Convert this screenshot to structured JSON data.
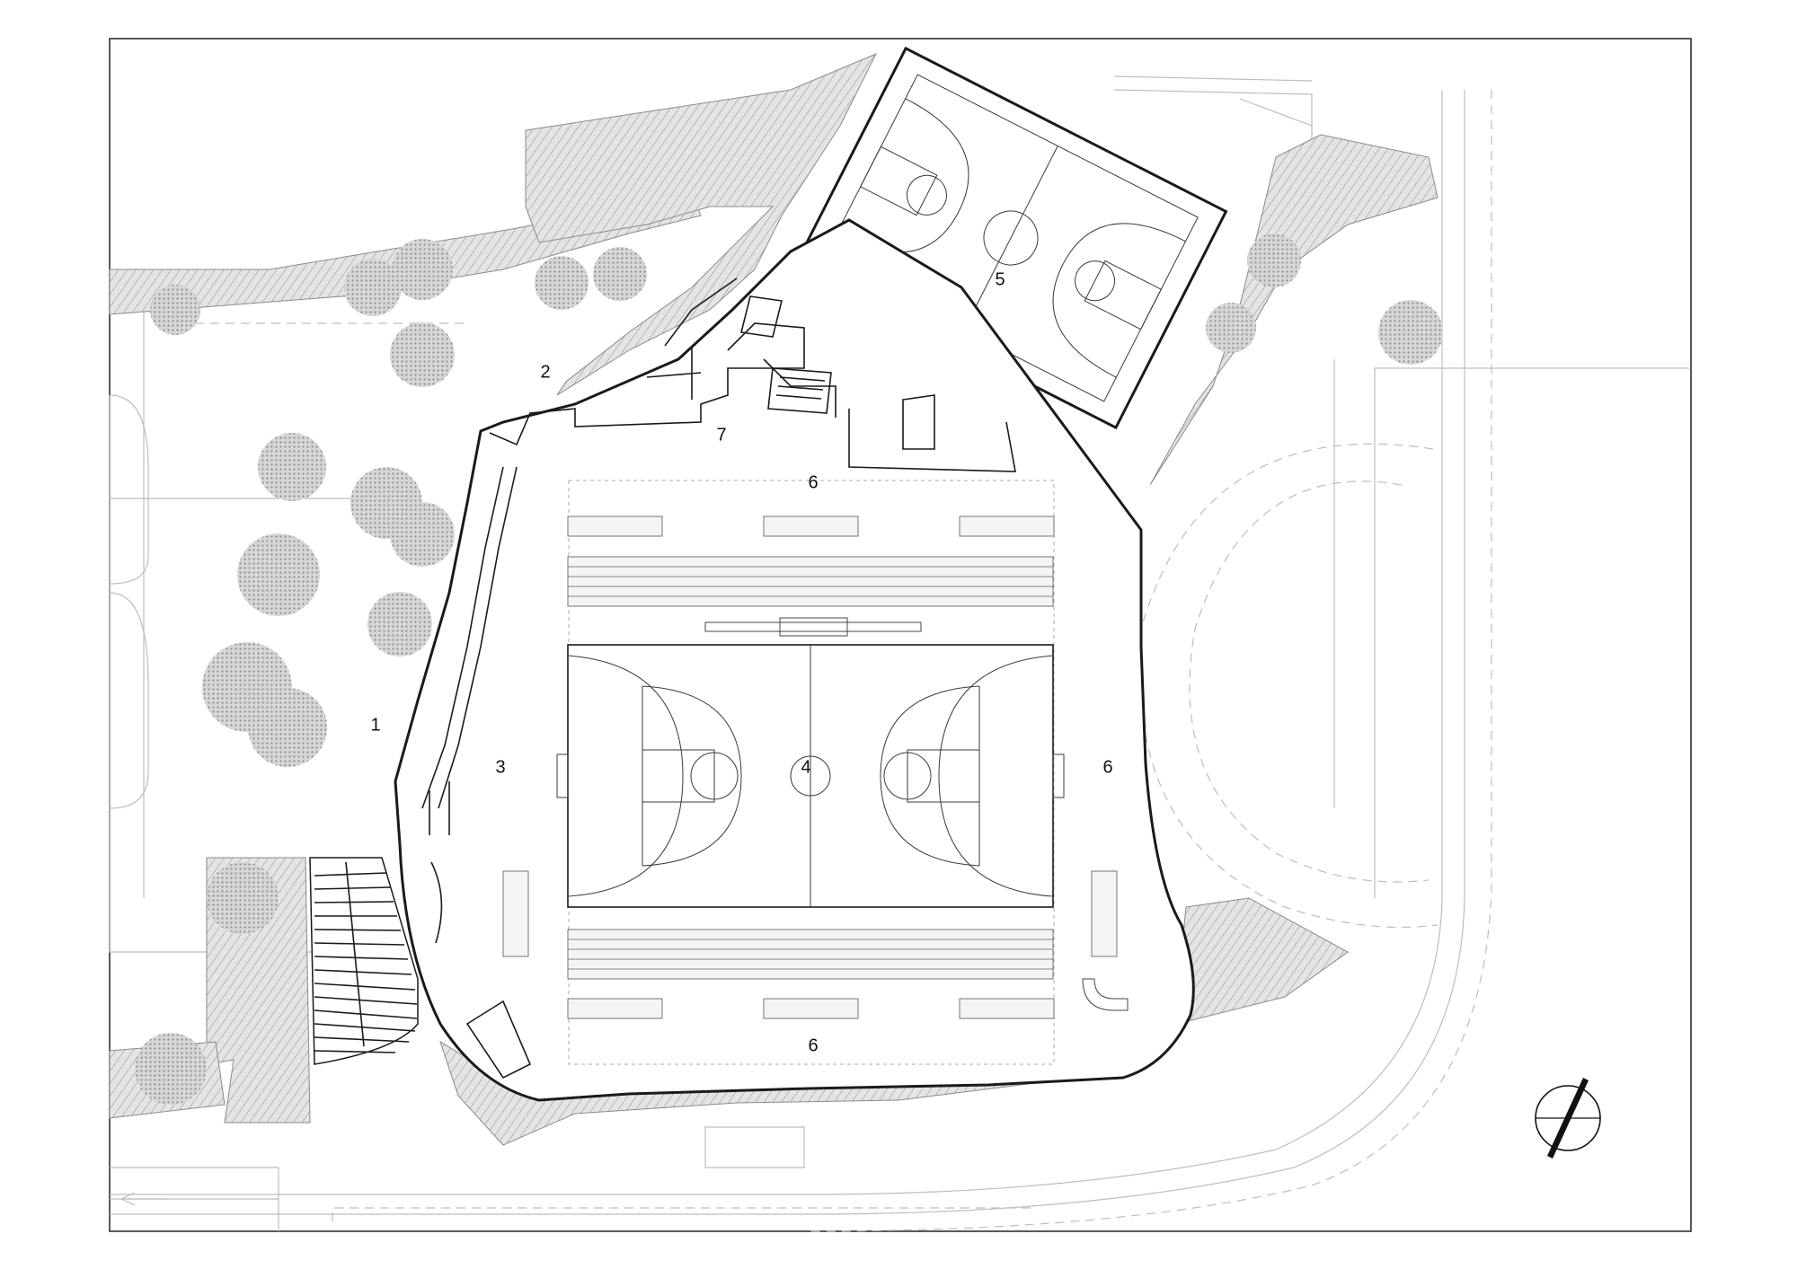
{
  "plan": {
    "labels": [
      {
        "id": "label-1",
        "text": "1"
      },
      {
        "id": "label-2",
        "text": "2"
      },
      {
        "id": "label-3",
        "text": "3"
      },
      {
        "id": "label-4",
        "text": "4"
      },
      {
        "id": "label-5",
        "text": "5"
      },
      {
        "id": "label-6-top",
        "text": "6"
      },
      {
        "id": "label-6-right",
        "text": "6"
      },
      {
        "id": "label-6-bottom",
        "text": "6"
      },
      {
        "id": "label-7",
        "text": "7"
      }
    ]
  }
}
